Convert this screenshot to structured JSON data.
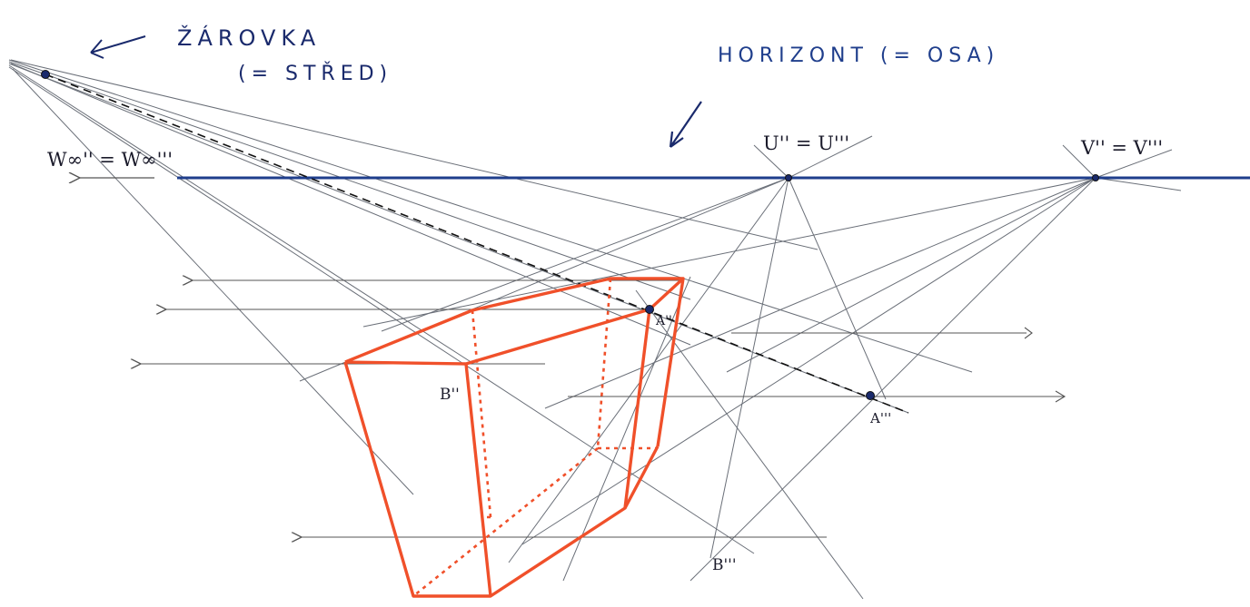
{
  "annotations": {
    "lamp_line1": "ŽÁROVKA",
    "lamp_line2": "(= STŘED)",
    "horizon": "HORIZONT (= OSA)"
  },
  "points": {
    "w_inf": "W∞'' = W∞'''",
    "u": "U'' = U'''",
    "v": "V'' = V'''",
    "a2": "A''",
    "a3": "A'''",
    "b2": "B''",
    "b3": "B'''"
  },
  "colors": {
    "horizon": "#1f3e8c",
    "solid": "#f0502a",
    "construction": "#666b72",
    "ink": "#1a2a6c"
  }
}
